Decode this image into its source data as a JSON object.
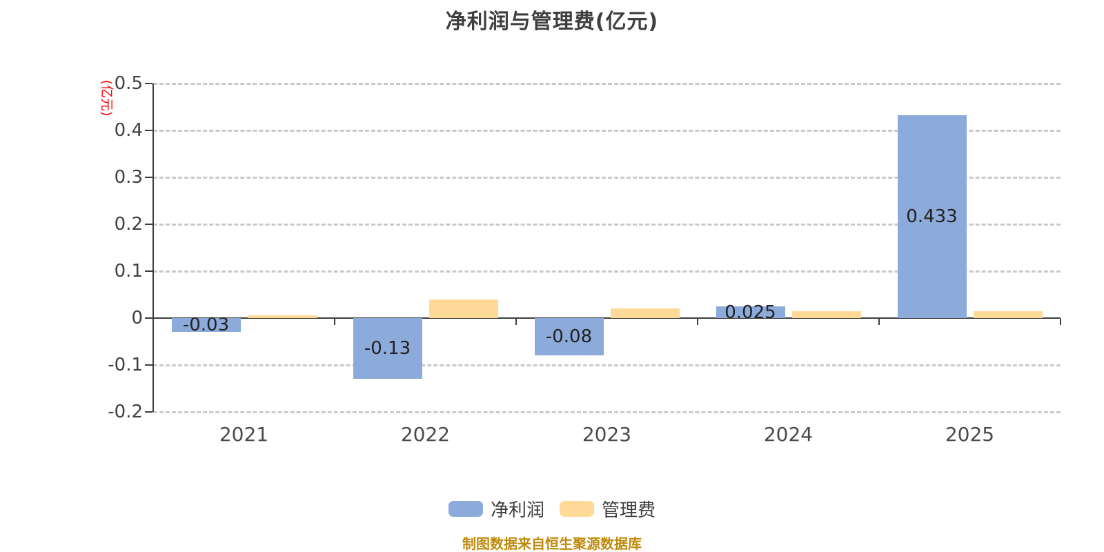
{
  "title": "净利润与管理费(亿元)",
  "footer": {
    "text": "制图数据来自恒生聚源数据库"
  },
  "chart_data": {
    "type": "bar",
    "title": "净利润与管理费(亿元)",
    "xlabel": "",
    "ylabel": "(亿元)",
    "categories": [
      "2021",
      "2022",
      "2023",
      "2024",
      "2025"
    ],
    "series": [
      {
        "name": "净利润",
        "color": "#8cabdb",
        "values": [
          -0.03,
          -0.13,
          -0.08,
          0.025,
          0.433
        ],
        "labels": [
          "-0.03",
          "-0.13",
          "-0.08",
          "0.025",
          "0.433"
        ]
      },
      {
        "name": "管理费",
        "color": "#ffd998",
        "values": [
          0.006,
          0.04,
          0.02,
          0.015,
          0.015
        ],
        "labels": [
          "",
          "",
          "",
          "",
          ""
        ]
      }
    ],
    "ylim": [
      -0.2,
      0.5
    ],
    "ytick_step": 0.1,
    "y_ticks": [
      "0.5",
      "0.4",
      "0.3",
      "0.2",
      "0.1",
      "0",
      "-0.1",
      "-0.2"
    ],
    "grid": "dashed-horizontal",
    "legend_position": "bottom",
    "colors": {
      "grid": "#c9c9c9",
      "axis": "#3d3d3d",
      "y_tick_label": "#404040",
      "x_tick_label": "#4a4a4a",
      "bar_value_label": "#212121",
      "title": "#3f3f3f",
      "y_unit_label": "#ff0000",
      "footer": "#be8a0b",
      "background": "#ffffff"
    }
  }
}
